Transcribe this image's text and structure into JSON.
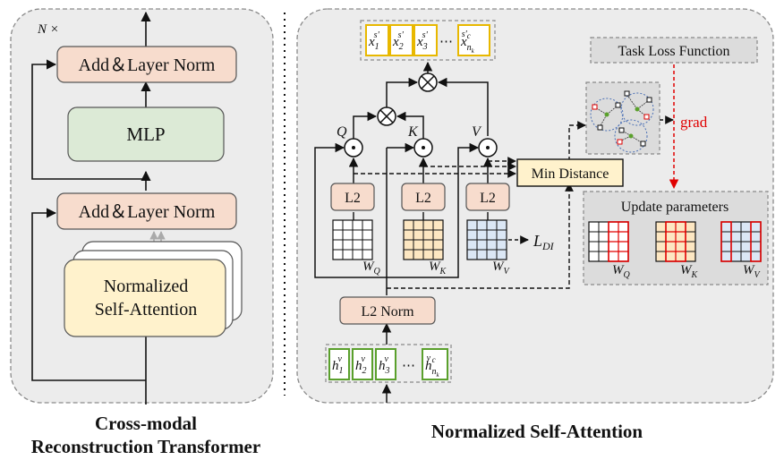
{
  "left": {
    "repeat_label": "N ×",
    "add_norm_top": "Add＆Layer Norm",
    "mlp": "MLP",
    "add_norm_bottom": "Add＆Layer Norm",
    "nsa_line1": "Normalized",
    "nsa_line2": "Self-Attention",
    "caption_line1": "Cross-modal",
    "caption_line2": "Reconstruction Transformer"
  },
  "right": {
    "outputs": {
      "x1": "x",
      "x2": "x",
      "x3": "x",
      "xn": "x",
      "sup": "s'",
      "sub1": "1",
      "sub2": "2",
      "sub3": "3",
      "subn": "n",
      "subn_sub": "k",
      "subn_sup": "c",
      "dots": "⋯"
    },
    "task_loss": "Task Loss Function",
    "grad": "grad",
    "min_distance": "Min Distance",
    "update_parameters": "Update parameters",
    "q": "Q",
    "k": "K",
    "v": "V",
    "l2": "L2",
    "w": "W",
    "wq_sub": "Q",
    "wk_sub": "K",
    "wv_sub": "V",
    "ldi": "L",
    "ldi_sub": "DI",
    "l2_norm": "L2 Norm",
    "inputs": {
      "h": "h",
      "sup": "v",
      "sub1": "1",
      "sub2": "2",
      "sub3": "3",
      "subn": "n",
      "subn_sub": "k",
      "subn_sup": "c",
      "dots": "⋯"
    },
    "caption": "Normalized Self-Attention"
  },
  "colors": {
    "panel_bg": "#ececec",
    "pink_box": "#f7dccd",
    "green_box": "#dcead6",
    "yellow_box": "#fff2cc",
    "yellow_border": "#e8b800",
    "green_border": "#5aa02c",
    "grad_red": "#e00000"
  }
}
